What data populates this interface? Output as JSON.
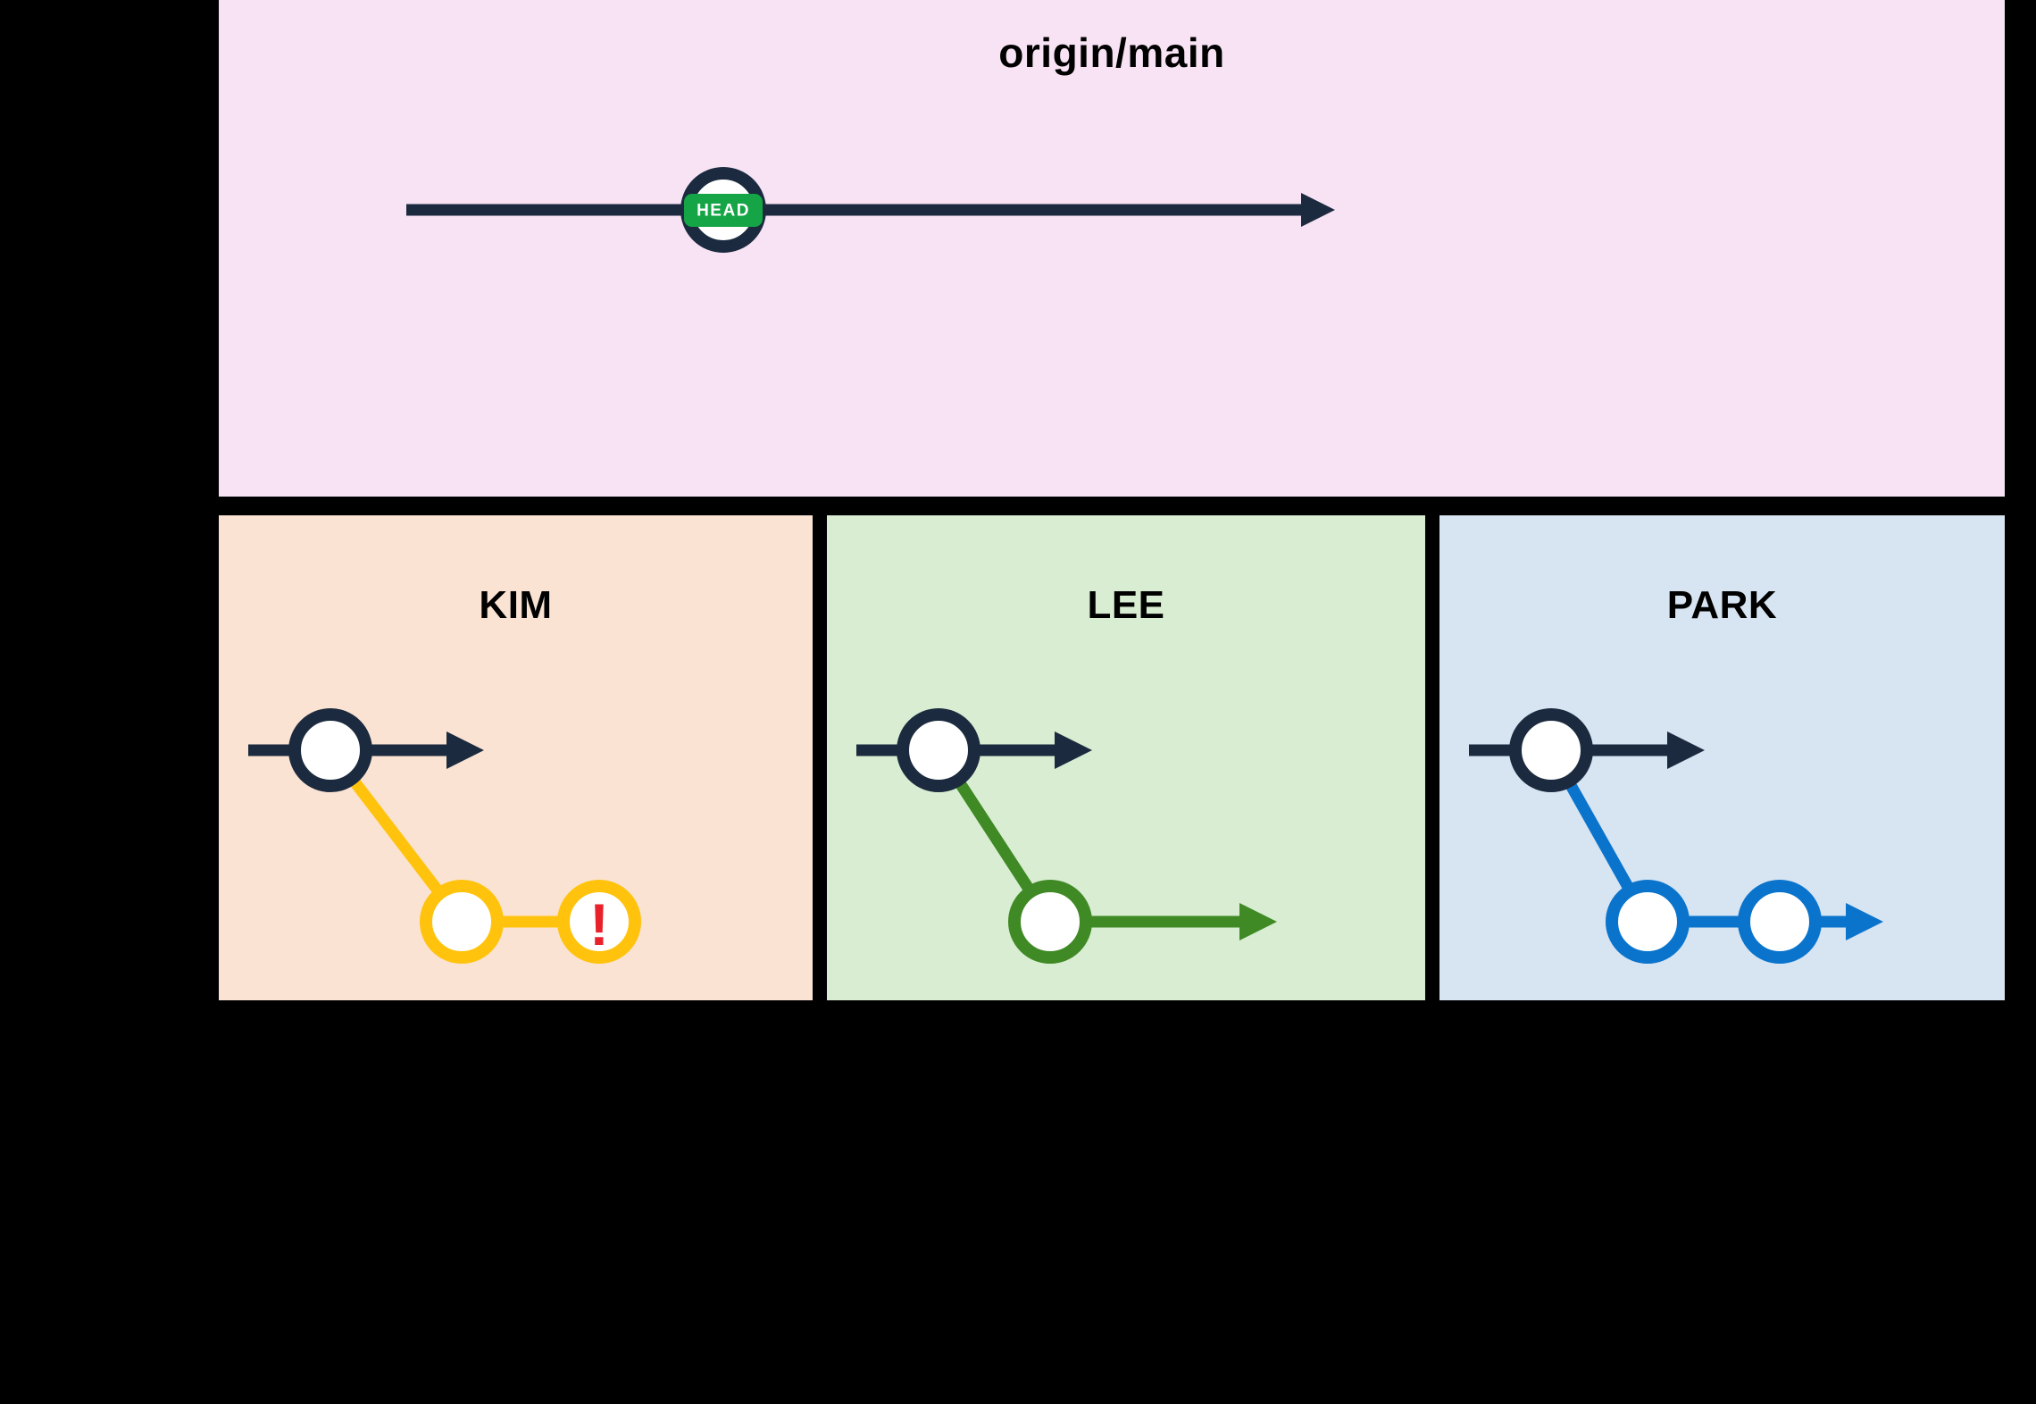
{
  "remote": {
    "branch_label": "origin/main",
    "head_label": "HEAD",
    "commit_count": 1
  },
  "developers": [
    {
      "name": "KIM",
      "base_commit_synced_with_remote": true,
      "local_branch_commits": 2,
      "has_warning_icon": true,
      "warning_glyph": "!",
      "has_forward_arrow": false,
      "branch_color": "#FFC30D",
      "panel_color": "#FBE3D3"
    },
    {
      "name": "LEE",
      "base_commit_synced_with_remote": true,
      "local_branch_commits": 1,
      "has_warning_icon": false,
      "has_forward_arrow": true,
      "branch_color": "#3F8A25",
      "panel_color": "#D9EDD2"
    },
    {
      "name": "PARK",
      "base_commit_synced_with_remote": true,
      "local_branch_commits": 2,
      "has_warning_icon": false,
      "has_forward_arrow": true,
      "branch_color": "#0A74CC",
      "panel_color": "#D7E4F2"
    }
  ],
  "colors": {
    "background": "#000000",
    "navy": "#1B2A3E",
    "remote_bg": "#F8E3F5",
    "head_badge_bg": "#16A546",
    "head_badge_text": "#FFFFFF",
    "kim_bg": "#FBE3D3",
    "lee_bg": "#D9EDD2",
    "park_bg": "#D7E4F2",
    "kim_branch": "#FFC30D",
    "lee_branch": "#3F8A25",
    "park_branch": "#0A74CC",
    "alert": "#E8212B",
    "title_text": "#000000",
    "commit_fill": "#FFFFFF"
  }
}
